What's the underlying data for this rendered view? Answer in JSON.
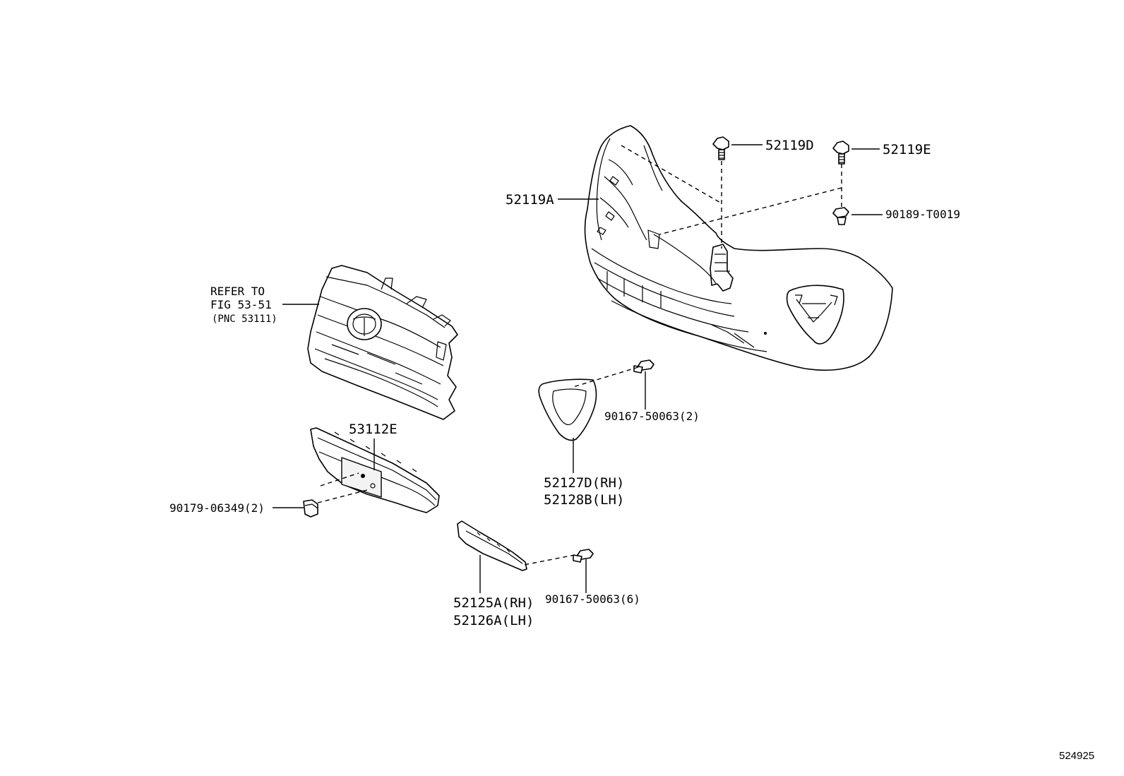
{
  "callouts": {
    "p52119d": "52119D",
    "p52119e": "52119E",
    "p52119a": "52119A",
    "p90189": "90189-T0019",
    "refer_line1": "REFER TO",
    "refer_line2": "FIG 53-51",
    "refer_line3": "(PNC 53111)",
    "p53112e": "53112E",
    "p90167_2": "90167-50063(2)",
    "p52127d": "52127D(RH)",
    "p52128b": "52128B(LH)",
    "p90179": "90179-06349(2)",
    "p52125a": "52125A(RH)",
    "p52126a": "52126A(LH)",
    "p90167_6": "90167-50063(6)"
  },
  "figure_id": "524925"
}
